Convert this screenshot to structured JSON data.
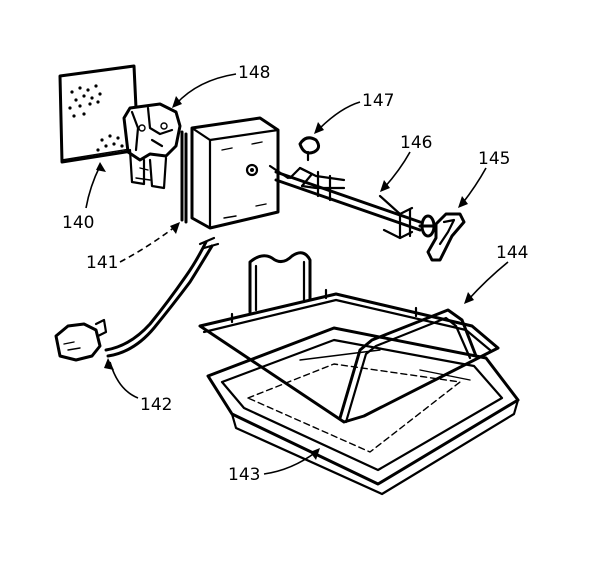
{
  "callouts": {
    "c140": "140",
    "c141": "141",
    "c142": "142",
    "c143": "143",
    "c144": "144",
    "c145": "145",
    "c146": "146",
    "c147": "147",
    "c148": "148"
  }
}
